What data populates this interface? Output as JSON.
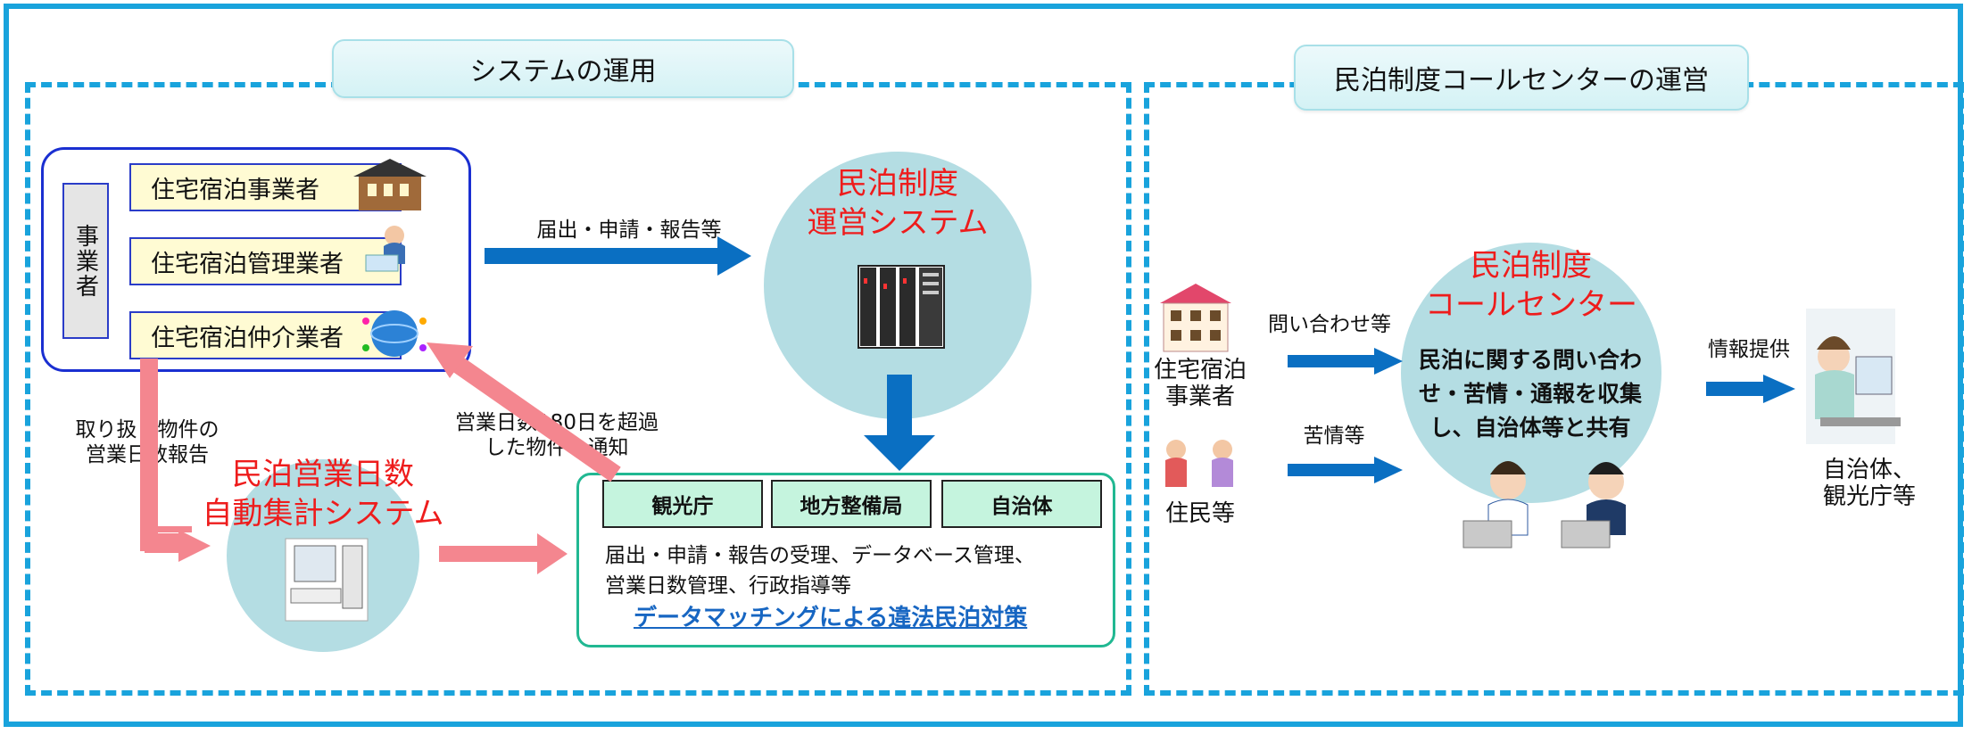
{
  "sections": {
    "system_ops": "システムの運用",
    "call_center_ops": "民泊制度コールセンターの運営"
  },
  "operators": {
    "group_label": "事業者",
    "items": [
      "住宅宿泊事業者",
      "住宅宿泊管理業者",
      "住宅宿泊仲介業者"
    ]
  },
  "flows": {
    "submission": "届出・申請・報告等",
    "property_days_report": "取り扱う物件の\n営業日数報告",
    "over_180_notice": "営業日数180日を超過\nした物件の通知",
    "inquiry": "問い合わせ等",
    "complaint": "苦情等",
    "info_provision": "情報提供"
  },
  "systems": {
    "minpaku_ops": "民泊制度\n運営システム",
    "day_count": "民泊営業日数\n自動集計システム",
    "call_center": "民泊制度\nコールセンター"
  },
  "agencies": {
    "names": [
      "観光庁",
      "地方整備局",
      "自治体"
    ],
    "description": "届出・申請・報告の受理、データベース管理、\n営業日数管理、行政指導等",
    "matching": "データマッチングによる違法民泊対策"
  },
  "call_center": {
    "description": "民泊に関する問い合わせ・苦情・通報を収集し、自治体等と共有"
  },
  "actors": {
    "host": "住宅宿泊\n事業者",
    "residents": "住民等",
    "municipal": "自治体、\n観光庁等"
  },
  "colors": {
    "frame": "#19a3dc",
    "arrow_blue": "#0a6fc2",
    "arrow_pink": "#f4868f",
    "circle": "#b4dde3",
    "accent_red": "#ee1c1c"
  }
}
